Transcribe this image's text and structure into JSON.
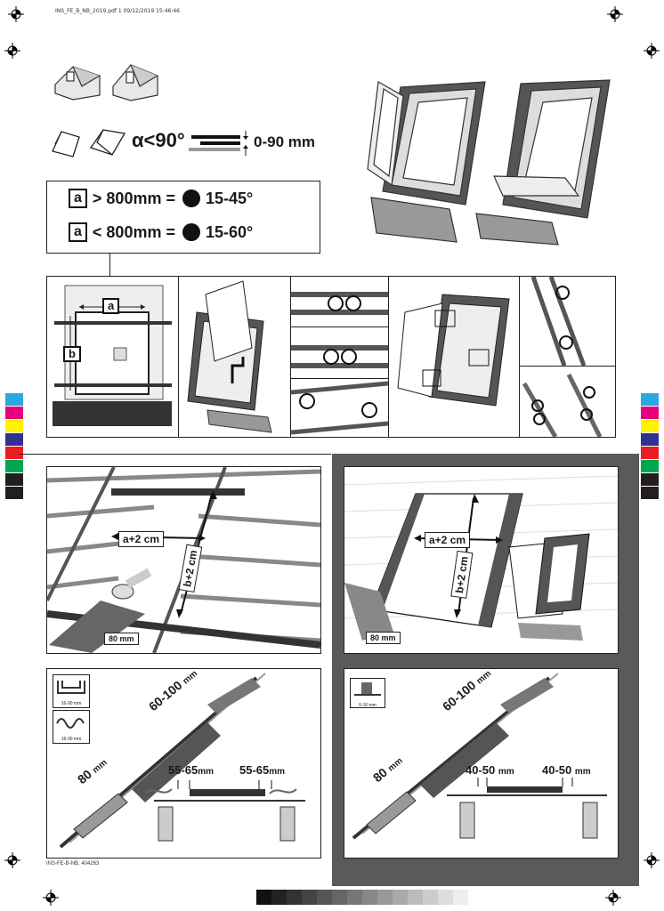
{
  "header": {
    "file_info": "INS_FE_B_NB_2019.pdf   1   09/12/2019   15:46:46"
  },
  "top_section": {
    "angle_symbol": "α<90°",
    "gap_range": "0-90 mm",
    "rules": [
      {
        "var": "a",
        "op": "> 800mm =",
        "range": "15-45°"
      },
      {
        "var": "a",
        "op": "< 800mm =",
        "range": "15-60°"
      }
    ]
  },
  "measurement_diagram": {
    "label_a": "a",
    "label_b": "b"
  },
  "cutting_left": {
    "width_label": "a+2 cm",
    "height_label": "b+2 cm",
    "offset": "80 mm"
  },
  "cutting_right": {
    "width_label": "a+2 cm",
    "height_label": "b+2 cm",
    "offset": "80 mm"
  },
  "section_left": {
    "tile_profile_1": "16-90 mm",
    "tile_profile_2": "16-90 mm",
    "top_dim": "60-100",
    "top_unit": "mm",
    "bottom_dim": "80",
    "bottom_unit": "mm",
    "gap_1": "55-65",
    "gap_1_unit": "mm",
    "gap_2": "55-65",
    "gap_2_unit": "mm"
  },
  "section_right": {
    "tile_profile": "0-16 mm",
    "top_dim": "60-100",
    "top_unit": "mm",
    "bottom_dim": "80",
    "bottom_unit": "mm",
    "gap_1": "40-50",
    "gap_1_unit": "mm",
    "gap_2": "40-50",
    "gap_2_unit": "mm"
  },
  "footer": {
    "doc_code": "INS-FE-B-NB, 404263"
  },
  "colors": {
    "dark_panel": "#595a5b",
    "color_bar": [
      "#29a9e0",
      "#e6007e",
      "#fff200",
      "#2e3192",
      "#ed1c24",
      "#00a651",
      "#231f20"
    ]
  },
  "icons": [
    "registration-mark-icon",
    "roof-angle-icon",
    "rotate-arrow-icon",
    "hammer-icon"
  ]
}
